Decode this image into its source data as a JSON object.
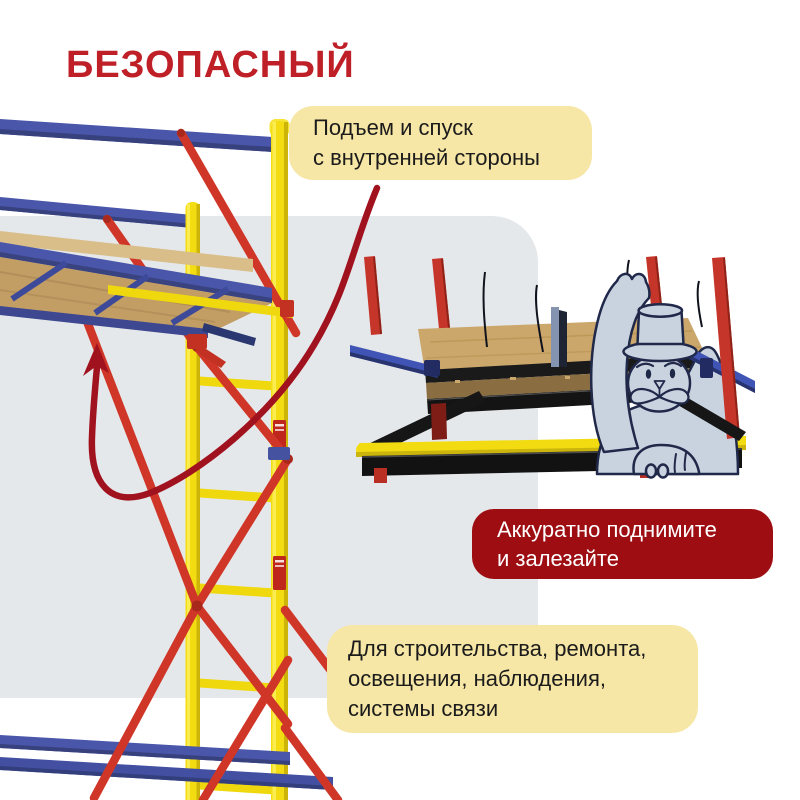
{
  "title": {
    "text": "БЕЗОПАСНЫЙ",
    "color": "#BF1F26"
  },
  "callouts": {
    "climb": {
      "lines": [
        "Подъем и спуск",
        "с внутренней стороны"
      ],
      "bg": "#F7E7A6",
      "text_color": "#1B1B1B"
    },
    "lift": {
      "lines": [
        "Аккуратно поднимите",
        "и залезайте"
      ],
      "bg": "#9D0D12",
      "text_color": "#FFFFFF"
    },
    "usage": {
      "lines": [
        "Для строительства, ремонта,",
        "освещения, наблюдения,",
        "системы связи"
      ],
      "bg": "#F7E7A6",
      "text_color": "#1B1B1B"
    }
  },
  "scene": {
    "background": "#FFFFFF",
    "panel_color": "#E5E8EB",
    "annotation_arrow_color": "#A1121F",
    "scaffold_colors": {
      "posts_yellow": "#F3DC12",
      "rails_blue": "#4A56A9",
      "braces_red": "#CF3628",
      "deck_plywood": "#C9A76C",
      "frame_black": "#161616"
    },
    "mascot": {
      "body": "#C9D3DF",
      "outline": "#20294A",
      "description": "cat mascot in a top hat waving from the scaffold platform"
    }
  }
}
